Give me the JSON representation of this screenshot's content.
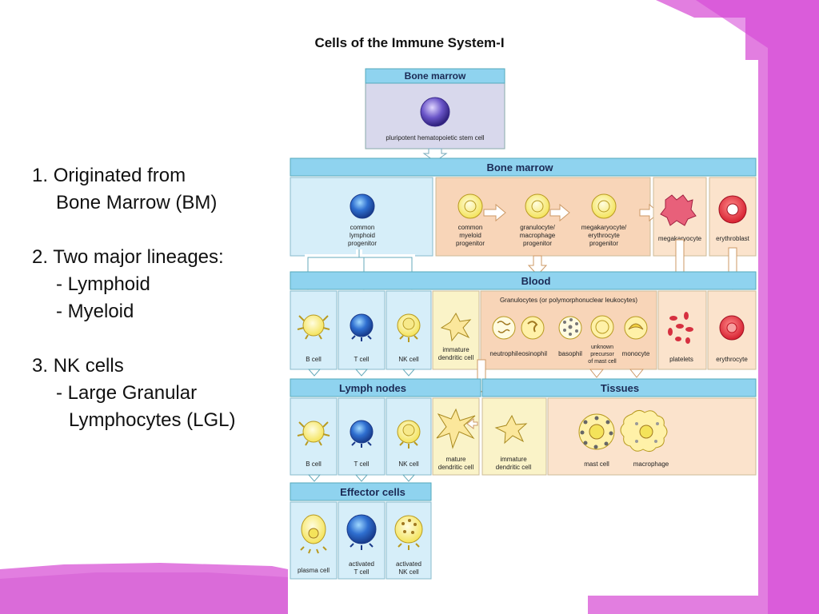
{
  "slide": {
    "title": "Cells of the Immune System-I",
    "bullets": [
      {
        "num": "1.",
        "text": "Originated from"
      },
      {
        "num": "",
        "text": "Bone Marrow (BM)"
      },
      {
        "num": "",
        "text": ""
      },
      {
        "num": "2.",
        "text": "Two major lineages:"
      },
      {
        "num": "",
        "text": "- Lymphoid"
      },
      {
        "num": "",
        "text": "- Myeloid"
      },
      {
        "num": "",
        "text": ""
      },
      {
        "num": "3.",
        "text": "NK cells"
      },
      {
        "num": "",
        "text": "- Large Granular"
      },
      {
        "num": "",
        "text": "Lymphocytes (LGL)"
      }
    ]
  },
  "diagram": {
    "headers": {
      "bone_marrow_top": "Bone marrow",
      "bone_marrow": "Bone marrow",
      "blood": "Blood",
      "lymph_nodes": "Lymph nodes",
      "tissues": "Tissues",
      "effector_cells": "Effector cells",
      "granulocytes": "Granulocytes (or polymorphonuclear leukocytes)"
    },
    "labels": {
      "stem_cell": "pluripotent hematopoietic stem cell",
      "lymphoid_1": "common",
      "lymphoid_2": "lymphoid",
      "lymphoid_3": "progenitor",
      "myeloid_1": "common",
      "myeloid_2": "myeloid",
      "myeloid_3": "progenitor",
      "gm_1": "granulocyte/",
      "gm_2": "macrophage",
      "gm_3": "progenitor",
      "me_1": "megakaryocyte/",
      "me_2": "erythrocyte",
      "me_3": "progenitor",
      "megakaryocyte": "megakaryocyte",
      "erythroblast": "erythroblast",
      "b_cell": "B cell",
      "t_cell": "T cell",
      "nk_cell": "NK cell",
      "imm_dc_1": "immature",
      "imm_dc_2": "dendritic cell",
      "neutrophil": "neutrophil",
      "eosinophil": "eosinophil",
      "basophil": "basophil",
      "unknown_1": "unknown",
      "unknown_2": "precursor",
      "unknown_3": "of mast cell",
      "monocyte": "monocyte",
      "platelets": "platelets",
      "erythrocyte": "erythrocyte",
      "ln_b_cell": "B cell",
      "ln_t_cell": "T cell",
      "ln_nk_cell": "NK cell",
      "mature_dc_1": "mature",
      "mature_dc_2": "dendritic cell",
      "tis_dc_1": "immature",
      "tis_dc_2": "dendritic cell",
      "mast_cell": "mast cell",
      "macrophage": "macrophage",
      "plasma_cell": "plasma cell",
      "act_t_1": "activated",
      "act_t_2": "T cell",
      "act_nk_1": "activated",
      "act_nk_2": "NK cell"
    },
    "colors": {
      "header_band": "#8fd3ef",
      "lymphoid_panel": "#d6eef9",
      "myeloid_panel": "#f8d5b8",
      "tissue_panel": "#fbe3cc",
      "dendritic_panel": "#faf3c8",
      "stem_panel": "#d8d8ec",
      "accent_pink": "#e27ee0",
      "accent_magenta": "#d43fd6"
    }
  }
}
